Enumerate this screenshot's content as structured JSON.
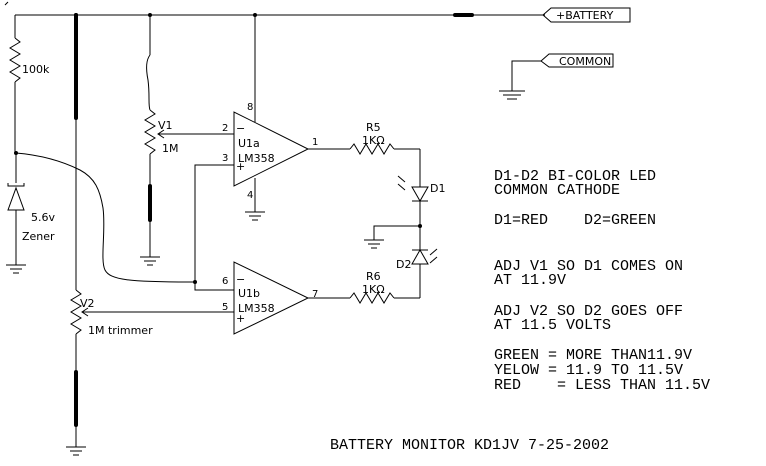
{
  "supply": {
    "battery_label": "+BATTERY",
    "common_label": "COMMON"
  },
  "components": {
    "r_top": "100k",
    "zener_value": "5.6v",
    "zener_name": "Zener",
    "v1_name": "V1",
    "v1_value": "1M",
    "v2_name": "V2",
    "v2_value": "1M trimmer",
    "u1a_name": "U1a",
    "u1a_part": "LM358",
    "u1b_name": "U1b",
    "u1b_part": "LM358",
    "r5_name": "R5",
    "r5_value": "1KΩ",
    "r6_name": "R6",
    "r6_value": "1KΩ",
    "d1_name": "D1",
    "d2_name": "D2"
  },
  "pins": {
    "u1a_inv": "2",
    "u1a_noninv": "3",
    "u1a_out": "1",
    "u1a_vcc": "8",
    "u1a_gnd": "4",
    "u1b_inv": "6",
    "u1b_noninv": "5",
    "u1b_out": "7"
  },
  "notes": [
    "D1-D2 BI-COLOR LED",
    "COMMON CATHODE",
    "D1=RED    D2=GREEN",
    "ADJ V1 SO D1 COMES ON",
    "AT 11.9V",
    "ADJ V2 SO D2 GOES OFF",
    "AT 11.5 VOLTS",
    "GREEN = MORE THAN11.9V",
    "YELOW = 11.9 TO 11.5V",
    "RED    = LESS THAN 11.5V"
  ],
  "title": "BATTERY MONITOR KD1JV 7-25-2002"
}
